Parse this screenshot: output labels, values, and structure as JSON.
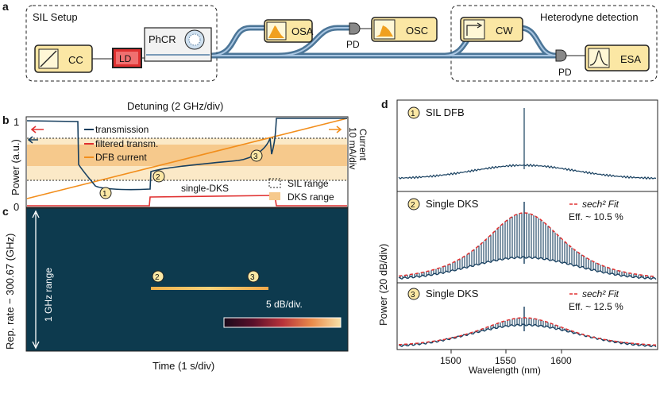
{
  "panel_a": {
    "letter": "a",
    "sil_setup_label": "SIL Setup",
    "heterodyne_label": "Heterodyne detection",
    "boxes": {
      "cc": "CC",
      "ld": "LD",
      "phcr": "PhCR",
      "osa": "OSA",
      "osc": "OSC",
      "cw": "CW",
      "esa": "ESA"
    },
    "pd1": "PD",
    "pd2": "PD"
  },
  "panel_b": {
    "letter": "b",
    "title": "Detuning  (2 GHz/div)",
    "ylabel": "Power (a.u.)",
    "yticks": [
      "1",
      "0"
    ],
    "right_label_1": "Current",
    "right_label_2": "10 mA/div",
    "legend": [
      "transmission",
      "filtered transm.",
      "DFB current"
    ],
    "markers": [
      "1",
      "2",
      "3"
    ],
    "single_dks_label": "single-DKS",
    "range_legend": [
      "SIL range",
      "DKS range"
    ],
    "colors": {
      "transmission": "#173f5f",
      "filtered": "#e03030",
      "current": "#f28e1c",
      "sil": "#fbe9c7",
      "dks": "#f6c98c"
    }
  },
  "panel_c": {
    "letter": "c",
    "ylabel": "Rep. rate − 300.67 (GHz)",
    "range_label": "1 GHz range",
    "xlabel": "Time  (1 s/div)",
    "markers": [
      "2",
      "3"
    ],
    "colorbar_label": "5 dB/div.",
    "colors": {
      "bg": "#0d3a4e"
    }
  },
  "panel_d": {
    "letter": "d",
    "ylabel": "Power (20 dB/div)",
    "xlabel": "Wavelength (nm)",
    "xticks": [
      "1500",
      "1550",
      "1600"
    ],
    "subplots": [
      {
        "marker": "1",
        "title": "SIL DFB"
      },
      {
        "marker": "2",
        "title": "Single DKS",
        "fit": "sech² Fit",
        "eff": "Eff. ~ 10.5 %"
      },
      {
        "marker": "3",
        "title": "Single DKS",
        "fit": "sech² Fit",
        "eff": "Eff. ~ 12.5 %"
      }
    ],
    "colors": {
      "spectrum": "#173f5f",
      "fit": "#e03030"
    }
  }
}
